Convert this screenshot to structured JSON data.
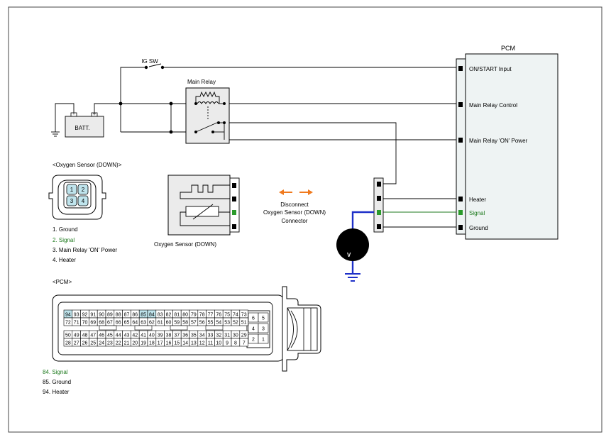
{
  "colors": {
    "line": "#000000",
    "box_fill": "#ebebeb",
    "pcm_fill": "#eef3f3",
    "signal_green": "#1e7a1e",
    "meter_blue": "#1e30c8",
    "arrow_orange": "#f07a1e",
    "pin_highlight": "#bfe4ec"
  },
  "labels": {
    "pcm": "PCM",
    "ig_sw": "IG SW",
    "main_relay": "Main Relay",
    "batt": "BATT.",
    "batt_minus": "-",
    "batt_plus": "+",
    "meter": "V",
    "sensor_box": "Oxygen Sensor (DOWN)",
    "disconnect": [
      "Disconnect",
      "Oxygen Sensor (DOWN)",
      "Connector"
    ]
  },
  "pcm_pins": {
    "on_start": "ON/START Input",
    "relay_control": "Main Relay Control",
    "relay_power": "Main Relay 'ON' Power",
    "heater": "Heater",
    "signal": "Signal",
    "ground": "Ground"
  },
  "sensor_connector": {
    "title": "<Oxygen Sensor (DOWN)>",
    "pins": [
      "1",
      "2",
      "3",
      "4"
    ],
    "legend": [
      "1. Ground",
      "2. Signal",
      "3.   Main Relay 'ON' Power",
      "4.   Heater"
    ]
  },
  "pcm_connector": {
    "title": "<PCM>",
    "rows": [
      [
        "94",
        "93",
        "92",
        "91",
        "90",
        "89",
        "88",
        "87",
        "86",
        "85",
        "84",
        "83",
        "82",
        "81",
        "80",
        "79",
        "78",
        "77",
        "76",
        "75",
        "74",
        "73"
      ],
      [
        "72",
        "71",
        "70",
        "69",
        "68",
        "67",
        "66",
        "65",
        "64",
        "63",
        "62",
        "61",
        "60",
        "59",
        "58",
        "57",
        "56",
        "55",
        "54",
        "53",
        "52",
        "51"
      ],
      [
        "50",
        "49",
        "48",
        "47",
        "46",
        "45",
        "44",
        "43",
        "42",
        "41",
        "40",
        "39",
        "38",
        "37",
        "36",
        "35",
        "34",
        "33",
        "32",
        "31",
        "30",
        "29"
      ],
      [
        "28",
        "27",
        "26",
        "25",
        "24",
        "23",
        "22",
        "21",
        "20",
        "19",
        "18",
        "17",
        "16",
        "15",
        "14",
        "13",
        "12",
        "11",
        "10",
        "9",
        "8",
        "7"
      ]
    ],
    "highlighted": [
      "94",
      "85",
      "84"
    ],
    "side_block": [
      [
        "6",
        "5"
      ],
      [
        "4",
        "3"
      ],
      [
        "2",
        "1"
      ]
    ],
    "legend": [
      "84. Signal",
      "85.   Ground",
      "94.   Heater"
    ]
  }
}
